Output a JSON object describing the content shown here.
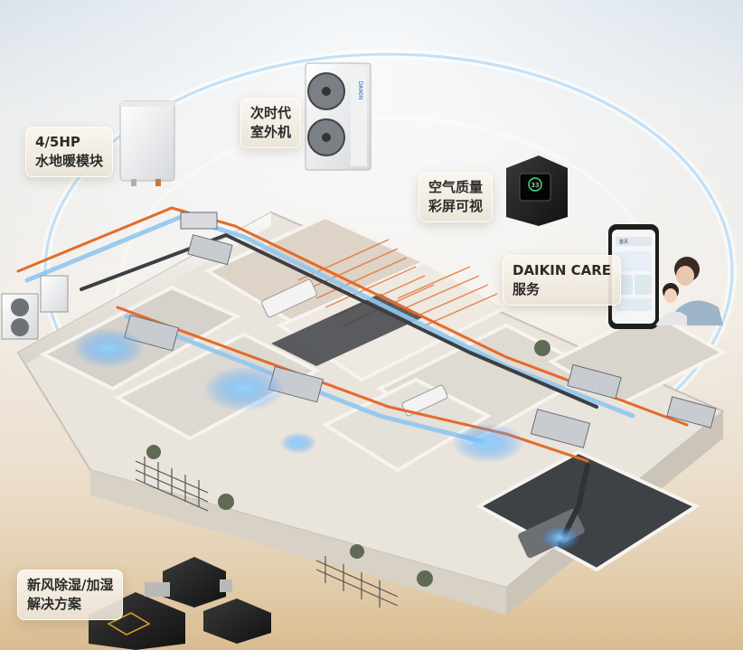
{
  "labels": {
    "hp": {
      "line1": "4/5HP",
      "line2": "水地暖模块"
    },
    "outdoor": {
      "line1": "次时代",
      "line2": "室外机"
    },
    "air": {
      "line1": "空气质量",
      "line2": "彩屏可视"
    },
    "care": {
      "line1": "DAIKIN CARE",
      "line2": "服务"
    },
    "fresh": {
      "line1": "新风除湿/加湿",
      "line2": "解决方案"
    }
  },
  "devices": {
    "outdoor_brand": "DAIKIN",
    "sensor_reading": "33",
    "app_title": "首页"
  },
  "colors": {
    "duct_orange": "#e46a2a",
    "duct_blue": "#8fc7ee",
    "airflow_glow": "#4aa8ff",
    "floor_light": "#f2efe9",
    "floor_dark": "#3e4247"
  }
}
